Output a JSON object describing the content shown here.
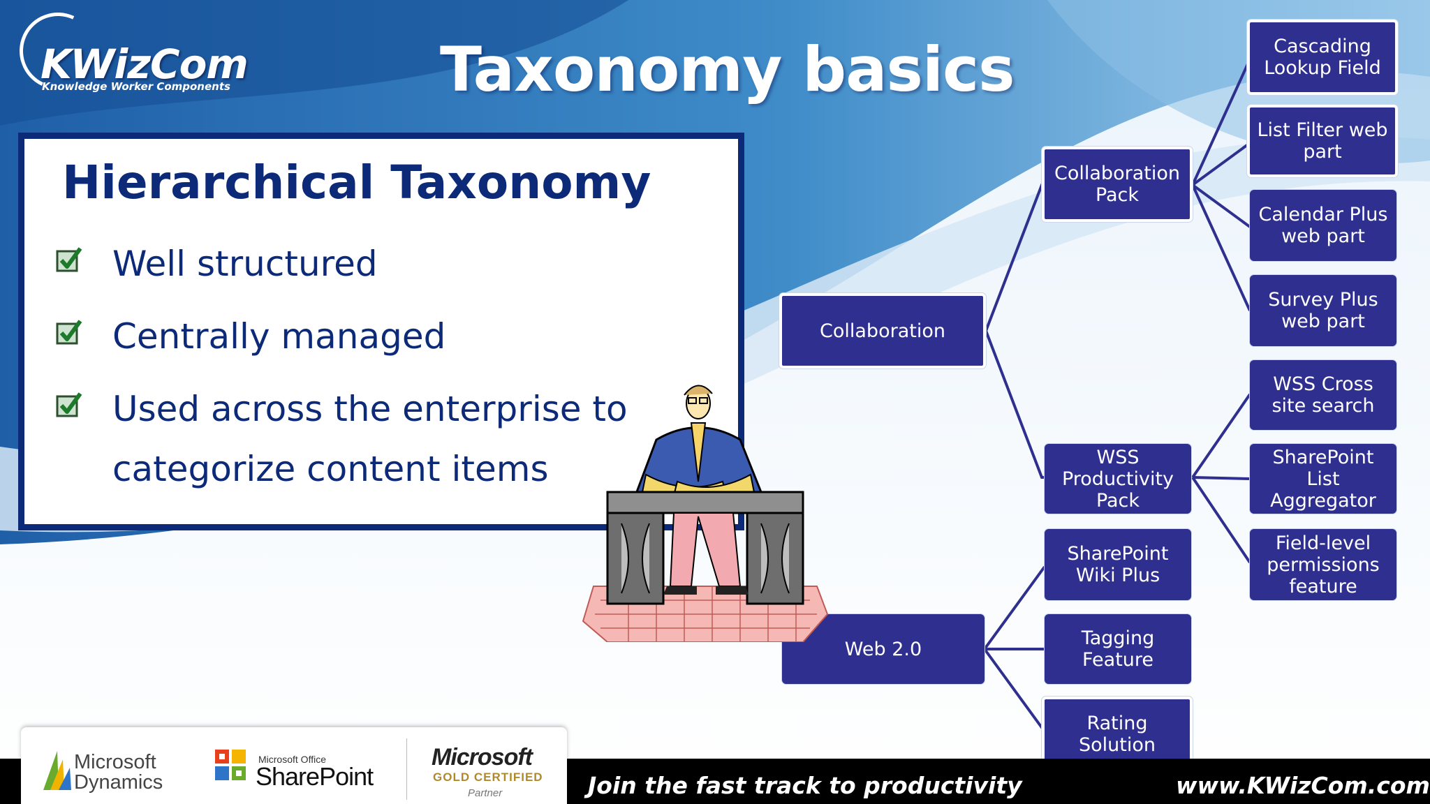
{
  "logo": {
    "name": "KWizCom",
    "tagline": "Knowledge Worker Components"
  },
  "title": "Taxonomy basics",
  "content": {
    "heading": "Hierarchical Taxonomy",
    "bullets": [
      "Well structured",
      "Centrally managed",
      "Used across the enterprise to"
    ],
    "bullet_continuation": "categorize content items"
  },
  "tree": {
    "collaboration": "Collaboration",
    "web20": "Web 2.0",
    "collab_pack": "Collaboration Pack",
    "wss_pack": "WSS Productivity Pack",
    "cascading": "Cascading Lookup Field",
    "list_filter": "List Filter web part",
    "calendar_plus": "Calendar Plus web part",
    "survey_plus": "Survey Plus web part",
    "wss_cross": "WSS Cross site search",
    "sp_list_agg": "SharePoint List Aggregator",
    "field_level": "Field-level permissions feature",
    "sp_wiki": "SharePoint Wiki Plus",
    "tagging": "Tagging Feature",
    "rating": "Rating Solution"
  },
  "footer": {
    "ms_dynamics_line1": "Microsoft",
    "ms_dynamics_line2": "Dynamics",
    "sharepoint_small": "Microsoft Office",
    "sharepoint_big": "SharePoint",
    "gold_ms": "Microsoft",
    "gold_cert": "GOLD CERTIFIED",
    "gold_partner": "Partner",
    "slogan": "Join the fast track to productivity",
    "url": "www.KWizCom.com"
  },
  "colors": {
    "navy": "#0d2a78",
    "node": "#2f2f8f",
    "bg_blue": "#2f78b8"
  }
}
